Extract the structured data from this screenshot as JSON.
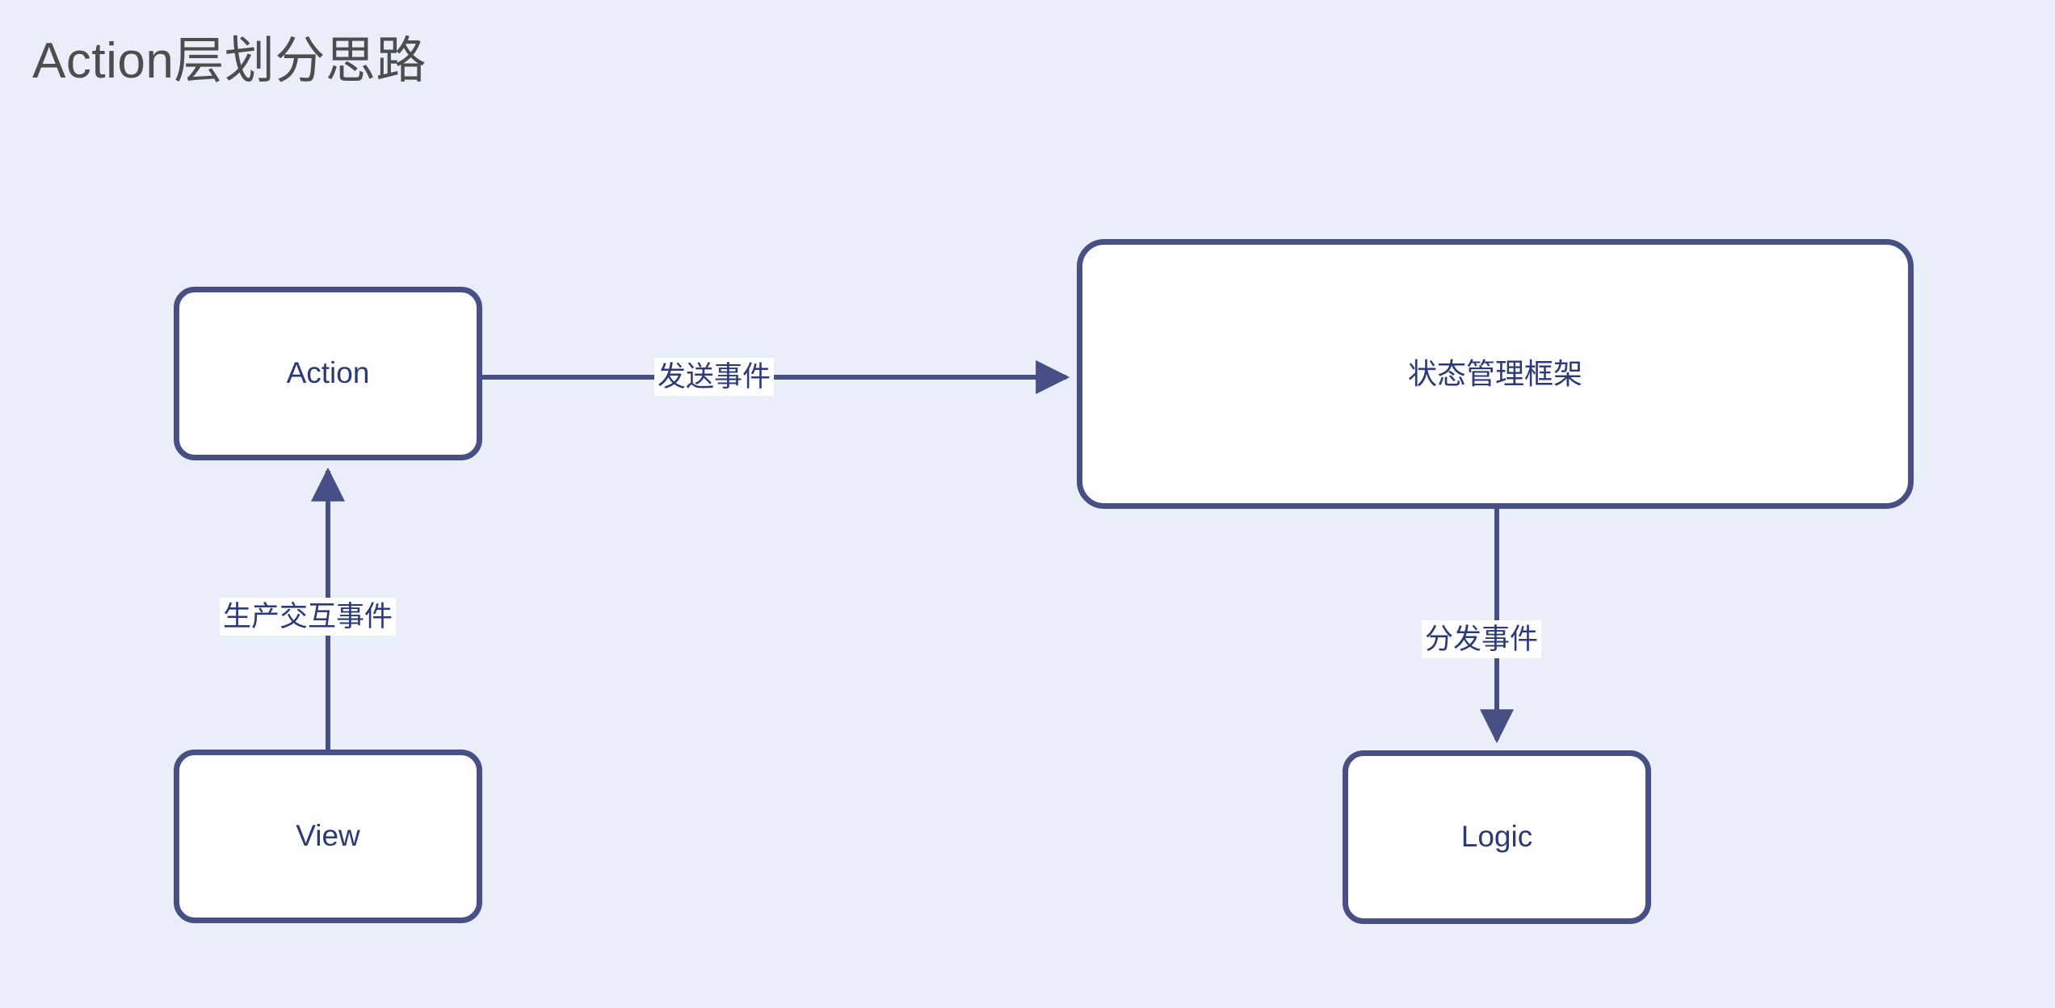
{
  "page": {
    "title": "Action层划分思路",
    "background_color": "#e9eef8",
    "title_color": "#4d4d4d"
  },
  "theme": {
    "node_border_color": "#474f85",
    "node_fill_color": "#ffffff",
    "node_text_color": "#2b3a78",
    "edge_color": "#474f85",
    "edge_label_bg": "#ffffff"
  },
  "diagram": {
    "type": "flow-diagram",
    "nodes": [
      {
        "id": "action",
        "label": "Action",
        "shape": "rounded-rect"
      },
      {
        "id": "view",
        "label": "View",
        "shape": "rounded-rect"
      },
      {
        "id": "framework",
        "label": "状态管理框架",
        "shape": "rounded-rect"
      },
      {
        "id": "logic",
        "label": "Logic",
        "shape": "rounded-rect"
      }
    ],
    "edges": [
      {
        "id": "view-to-action",
        "from": "view",
        "to": "action",
        "label": "生产交互事件",
        "direction": "up",
        "arrow": true
      },
      {
        "id": "action-to-framework",
        "from": "action",
        "to": "framework",
        "label": "发送事件",
        "direction": "right",
        "arrow": true
      },
      {
        "id": "framework-to-logic",
        "from": "framework",
        "to": "logic",
        "label": "分发事件",
        "direction": "down",
        "arrow": true
      }
    ]
  }
}
